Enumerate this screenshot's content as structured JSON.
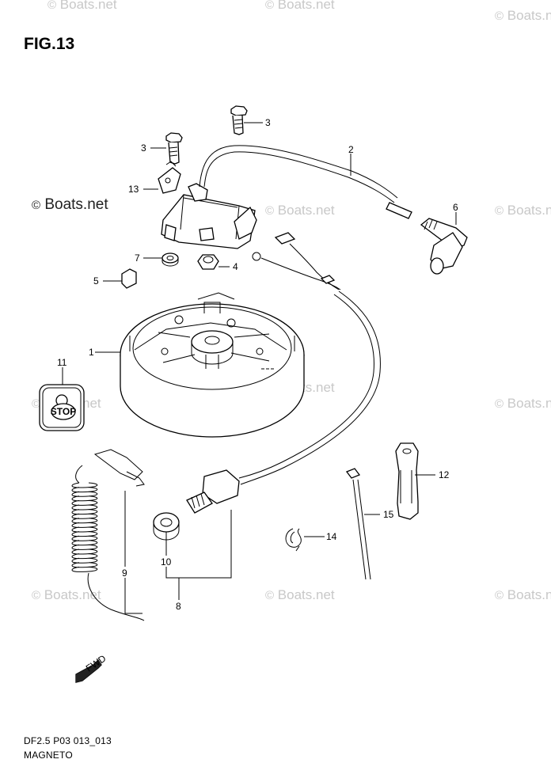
{
  "figure": {
    "title": "FIG.13",
    "footer_code": "DF2.5 P03 013_013",
    "footer_name": "MAGNETO"
  },
  "watermark": {
    "text": "Boats.net",
    "symbol": "©"
  },
  "stop_label": "STOP",
  "fwd_label": "FWD",
  "callouts": [
    {
      "id": "c1",
      "label": "1"
    },
    {
      "id": "c2",
      "label": "2"
    },
    {
      "id": "c3a",
      "label": "3"
    },
    {
      "id": "c3b",
      "label": "3"
    },
    {
      "id": "c4",
      "label": "4"
    },
    {
      "id": "c5",
      "label": "5"
    },
    {
      "id": "c6",
      "label": "6"
    },
    {
      "id": "c7",
      "label": "7"
    },
    {
      "id": "c8",
      "label": "8"
    },
    {
      "id": "c9",
      "label": "9"
    },
    {
      "id": "c10",
      "label": "10"
    },
    {
      "id": "c11",
      "label": "11"
    },
    {
      "id": "c12",
      "label": "12"
    },
    {
      "id": "c13",
      "label": "13"
    },
    {
      "id": "c14",
      "label": "14"
    },
    {
      "id": "c15",
      "label": "15"
    }
  ]
}
